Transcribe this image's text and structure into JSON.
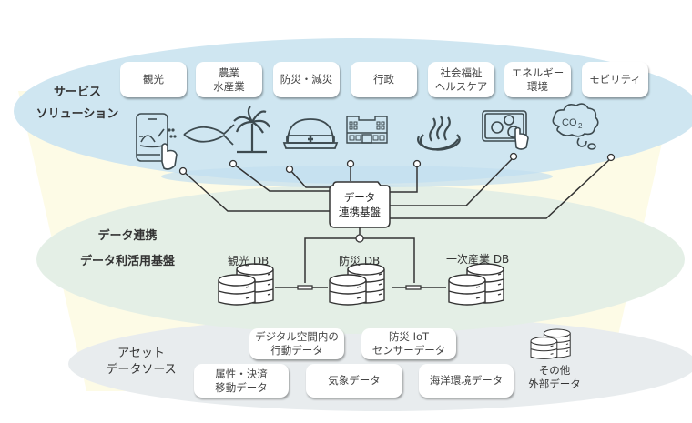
{
  "colors": {
    "service_layer": "#cfe7f2",
    "data_layer": "#e6f1e8",
    "asset_layer": "#e8ecee",
    "funnel": "#fdfbe6",
    "line": "#333333"
  },
  "service_layer": {
    "title_line1": "サービス",
    "title_line2": "ソリューション",
    "categories": [
      {
        "line1": "観光",
        "line2": ""
      },
      {
        "line1": "農業",
        "line2": "水産業"
      },
      {
        "line1": "防災・減災",
        "line2": ""
      },
      {
        "line1": "行政",
        "line2": ""
      },
      {
        "line1": "社会福祉",
        "line2": "ヘルスケア"
      },
      {
        "line1": "エネルギー",
        "line2": "環境"
      },
      {
        "line1": "モビリティ",
        "line2": ""
      }
    ],
    "icons": [
      "smartphone-tourism-icon",
      "fish-icon",
      "palm-tree-icon",
      "helmet-icon",
      "building-icon",
      "hot-spring-icon",
      "tablet-welfare-icon",
      "co2-cloud-icon"
    ],
    "co2_text": "CO2"
  },
  "data_layer": {
    "title_line1": "データ連携",
    "title_line2": "データ利活用基盤",
    "hub_line1": "データ",
    "hub_line2": "連携基盤",
    "databases": [
      {
        "label": "観光 DB"
      },
      {
        "label": "防災 DB"
      },
      {
        "label": "一次産業 DB"
      }
    ]
  },
  "asset_layer": {
    "title_line1": "アセット",
    "title_line2": "データソース",
    "sources": [
      {
        "line1": "デジタル空間内の",
        "line2": "行動データ"
      },
      {
        "line1": "防災 IoT",
        "line2": "センサーデータ"
      },
      {
        "line1": "属性・決済",
        "line2": "移動データ"
      },
      {
        "line1": "気象データ",
        "line2": ""
      },
      {
        "line1": "海洋環境データ",
        "line2": ""
      }
    ],
    "external_line1": "その他",
    "external_line2": "外部データ"
  }
}
